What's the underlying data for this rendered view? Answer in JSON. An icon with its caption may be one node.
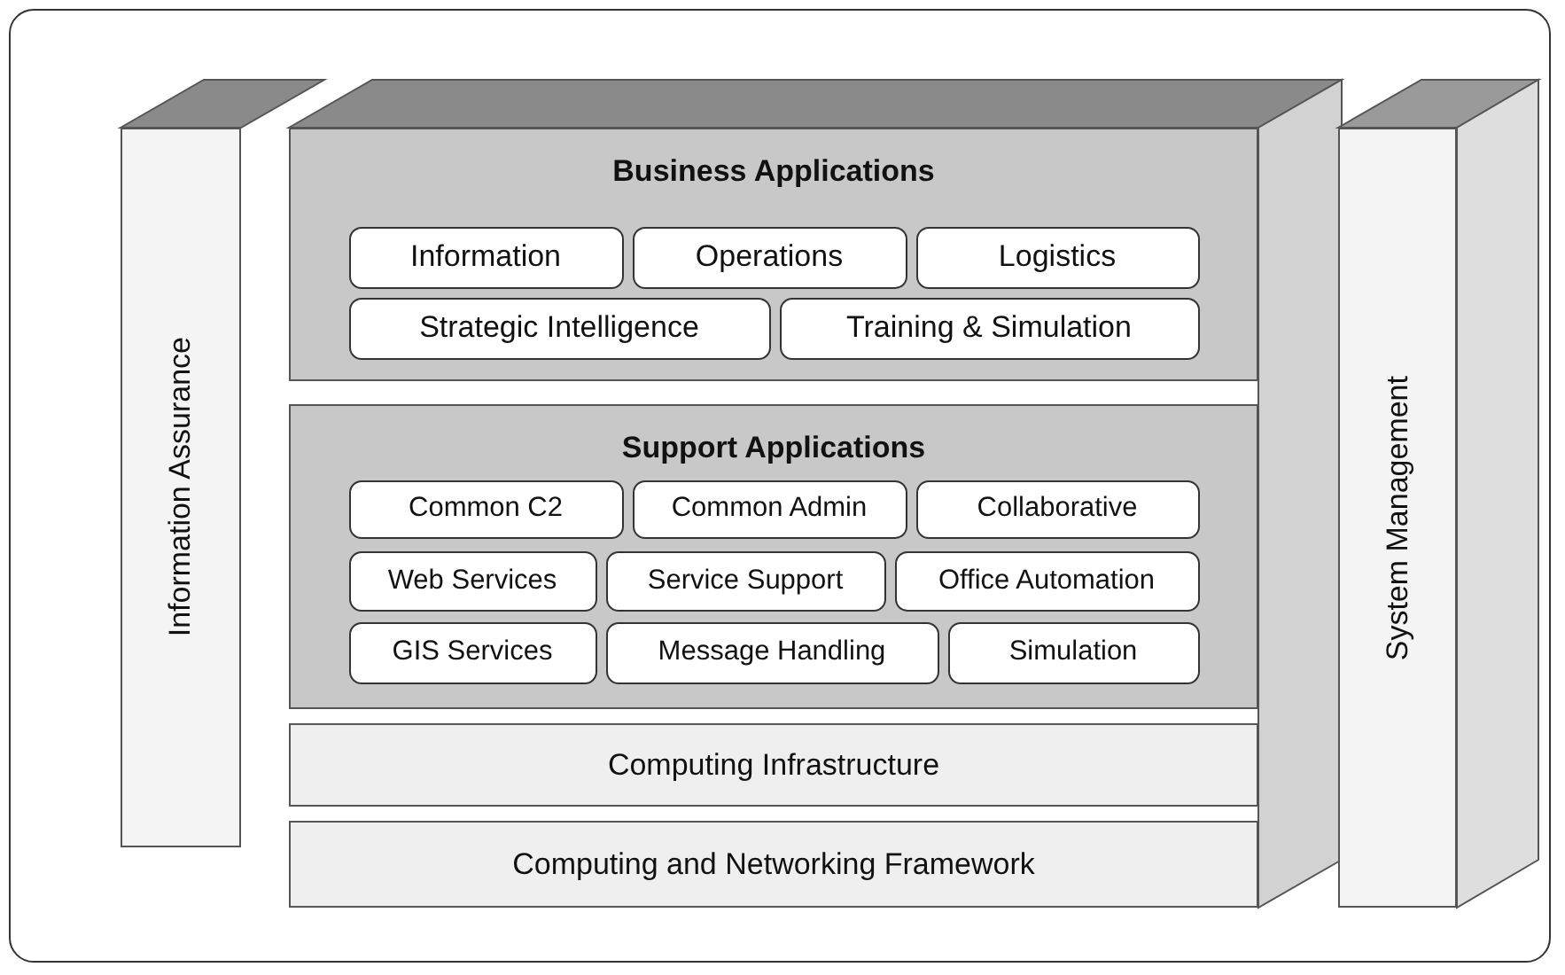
{
  "diagram": {
    "nodes": [
      {
        "text": [
          "Information Assurance"
        ]
      },
      {
        "text": [
          "Business Applications"
        ]
      },
      {
        "text": [
          "Information"
        ],
        "in": 1
      },
      {
        "text": [
          "Operations"
        ],
        "in": 1
      },
      {
        "text": [
          "Logistics"
        ],
        "in": 1
      },
      {
        "text": [
          "Strategic Intelligence"
        ],
        "in": 1
      },
      {
        "text": [
          "Training & Simulation"
        ],
        "in": 1
      },
      {
        "text": [
          "Support Applications"
        ]
      },
      {
        "text": [
          "Common C2"
        ],
        "in": 7
      },
      {
        "text": [
          "Common Admin"
        ],
        "in": 7
      },
      {
        "text": [
          "Collaborative"
        ],
        "in": 7
      },
      {
        "text": [
          "Web Services"
        ],
        "in": 7
      },
      {
        "text": [
          "Service Support"
        ],
        "in": 7
      },
      {
        "text": [
          "Office Automation"
        ],
        "in": 7
      },
      {
        "text": [
          "GIS Services"
        ],
        "in": 7
      },
      {
        "text": [
          "Message Handling"
        ],
        "in": 7
      },
      {
        "text": [
          "Simulation"
        ],
        "in": 7
      },
      {
        "text": [
          "Computing Infrastructure"
        ]
      },
      {
        "text": [
          "Computing and Networking Framework"
        ]
      },
      {
        "text": [
          "System Management"
        ]
      }
    ]
  }
}
